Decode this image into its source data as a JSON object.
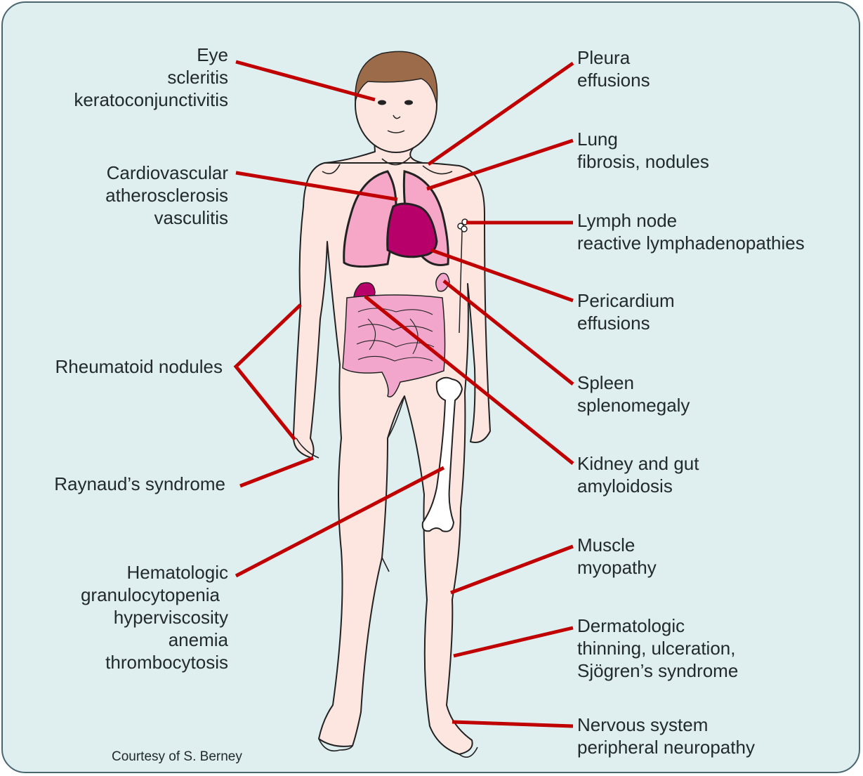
{
  "labels": {
    "eye": [
      "Eye",
      "scleritis",
      "keratoconjunctivitis"
    ],
    "cardio": [
      "Cardiovascular",
      "atherosclerosis",
      "vasculitis"
    ],
    "rheum": [
      "Rheumatoid nodules"
    ],
    "raynaud": [
      "Raynaud’s syndrome"
    ],
    "hema": [
      "Hematologic",
      "granulocytopenia",
      "hyperviscosity",
      "anemia",
      "thrombocytosis"
    ],
    "pleura": [
      "Pleura",
      "effusions"
    ],
    "lung": [
      "Lung",
      "fibrosis, nodules"
    ],
    "lymph": [
      "Lymph node",
      "reactive lymphadenopathies"
    ],
    "pericard": [
      "Pericardium",
      "effusions"
    ],
    "spleen": [
      "Spleen",
      "splenomegaly"
    ],
    "kidney": [
      "Kidney and gut",
      "amyloidosis"
    ],
    "muscle": [
      "Muscle",
      "myopathy"
    ],
    "derm": [
      "Dermatologic",
      "thinning, ulceration,",
      "Sjögren’s syndrome"
    ],
    "nerve": [
      "Nervous system",
      "peripheral neuropathy"
    ]
  },
  "credit": "Courtesy of S. Berney",
  "colors": {
    "background": "#dfeeef",
    "leader_line": "#c00000",
    "skin": "#fde6e0",
    "hair": "#9b6b4a",
    "lung": "#f6a7c8",
    "heart": "#b8006a",
    "intestine": "#f2a6cc",
    "bone": "#ffffff"
  }
}
